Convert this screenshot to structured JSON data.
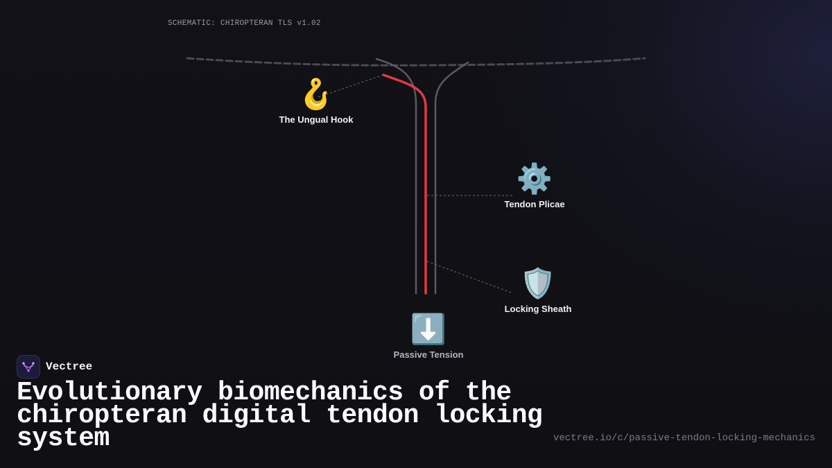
{
  "diagram": {
    "schematic_label": "SCHEMATIC: CHIROPTERAN TLS v1.02",
    "colors": {
      "background": "#0f0f14",
      "tendon_active": "#e5393f",
      "tendon_passive": "#5a5a62",
      "branch_line": "#4a4a52",
      "callout_line": "#6a6a74"
    },
    "nodes": [
      {
        "id": "hook",
        "label": "The Ungual Hook",
        "icon": "hook-icon",
        "glyph": "🪝"
      },
      {
        "id": "plicae",
        "label": "Tendon Plicae",
        "icon": "gear-icon",
        "glyph": "⚙️"
      },
      {
        "id": "sheath",
        "label": "Locking Sheath",
        "icon": "shield-icon",
        "glyph": "🛡️"
      },
      {
        "id": "tension",
        "label": "Passive Tension",
        "icon": "down-arrow-icon",
        "glyph": "⬇️"
      }
    ]
  },
  "brand": {
    "name": "Vectree",
    "logo_icon": "vectree-logo-icon",
    "accent": "#a855f7"
  },
  "headline": "Evolutionary biomechanics of the chiropteran digital tendon locking system",
  "source_url": "vectree.io/c/passive-tendon-locking-mechanics"
}
